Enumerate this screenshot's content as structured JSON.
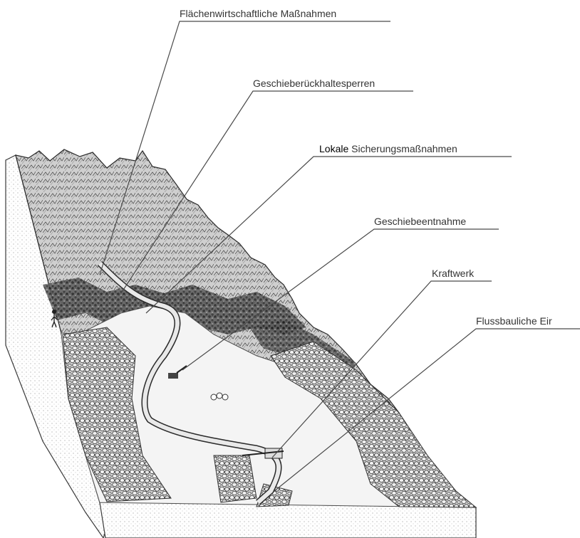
{
  "labels": {
    "flaechen": "Flächenwirtschaftliche Maßnahmen",
    "geschiebe_rueckhalte": "Geschieberückhaltesperren",
    "lokale_prefix": "Lokale",
    "lokale_rest": " Sicherungsmaßnahmen",
    "entnahme": "Geschiebeentnahme",
    "kraftwerk": "Kraftwerk",
    "flussbau": "Flussbauliche Eir"
  },
  "colors": {
    "line": "#4a4a4a",
    "label_text": "#333333",
    "ink": "#2a2a2a",
    "stipple": "#bdbdbd"
  }
}
